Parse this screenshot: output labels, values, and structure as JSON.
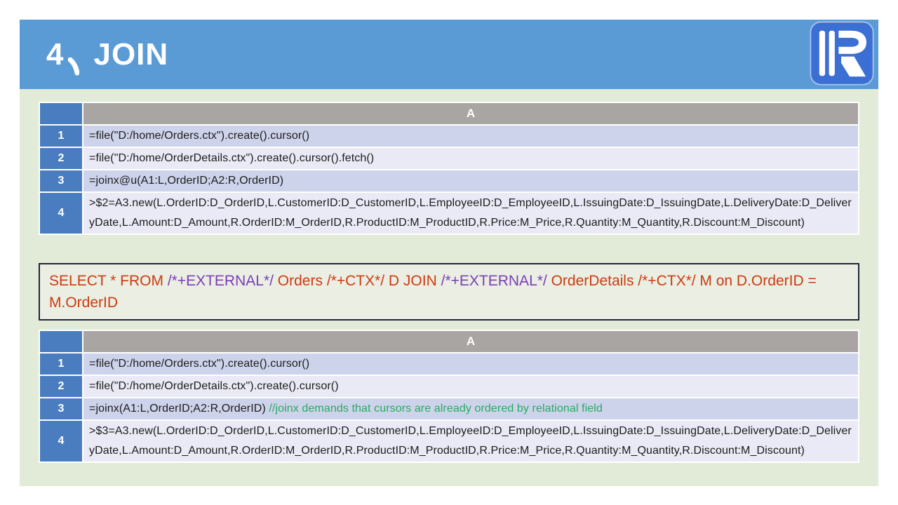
{
  "slide": {
    "title": "4、JOIN",
    "title_prefix": "4",
    "title_separator": "、",
    "title_word": "JOIN",
    "logo": "raqsoft-r-logo"
  },
  "colors": {
    "header_blue": "#5b9bd5",
    "slide_green": "#e2ebd7",
    "logo_blue": "#3b6fd3",
    "row_number_blue": "#4a7dbf",
    "column_header_gray": "#a8a5a2",
    "row_stripe_odd": "#cdd3ea",
    "row_stripe_even": "#e9eaf5",
    "sql_red": "#cf3a0f",
    "sql_purple": "#7a3db8",
    "comment_green": "#25ab60"
  },
  "grid1": {
    "column_header": "A",
    "rows": [
      {
        "num": "1",
        "code": "=file(\"D:/home/Orders.ctx\").create().cursor()"
      },
      {
        "num": "2",
        "code": "=file(\"D:/home/OrderDetails.ctx\").create().cursor().fetch()"
      },
      {
        "num": "3",
        "code": "=joinx@u(A1:L,OrderID;A2:R,OrderID)"
      },
      {
        "num": "4",
        "code": ">$2=A3.new(L.OrderID:D_OrderID,L.CustomerID:D_CustomerID,L.EmployeeID:D_EmployeeID,L.IssuingDate:D_IssuingDate,L.DeliveryDate:D_DeliveryDate,L.Amount:D_Amount,R.OrderID:M_OrderID,R.ProductID:M_ProductID,R.Price:M_Price,R.Quantity:M_Quantity,R.Discount:M_Discount)"
      }
    ]
  },
  "sql": {
    "segments": [
      {
        "text": "SELECT * FROM ",
        "color": "red"
      },
      {
        "text": "/*+EXTERNAL*/",
        "color": "purple"
      },
      {
        "text": " Orders /*+CTX*/ D JOIN ",
        "color": "red"
      },
      {
        "text": "/*+EXTERNAL*/",
        "color": "purple"
      },
      {
        "text": " OrderDetails /*+CTX*/ M on D.OrderID = M.OrderID",
        "color": "red"
      }
    ]
  },
  "grid2": {
    "column_header": "A",
    "rows": [
      {
        "num": "1",
        "code": "=file(\"D:/home/Orders.ctx\").create().cursor()"
      },
      {
        "num": "2",
        "code": "=file(\"D:/home/OrderDetails.ctx\").create().cursor()"
      },
      {
        "num": "3",
        "code": "=joinx(A1:L,OrderID;A2:R,OrderID) ",
        "comment": "//joinx demands that cursors are already ordered by relational field"
      },
      {
        "num": "4",
        "code": ">$3=A3.new(L.OrderID:D_OrderID,L.CustomerID:D_CustomerID,L.EmployeeID:D_EmployeeID,L.IssuingDate:D_IssuingDate,L.DeliveryDate:D_DeliveryDate,L.Amount:D_Amount,R.OrderID:M_OrderID,R.ProductID:M_ProductID,R.Price:M_Price,R.Quantity:M_Quantity,R.Discount:M_Discount)"
      }
    ]
  }
}
